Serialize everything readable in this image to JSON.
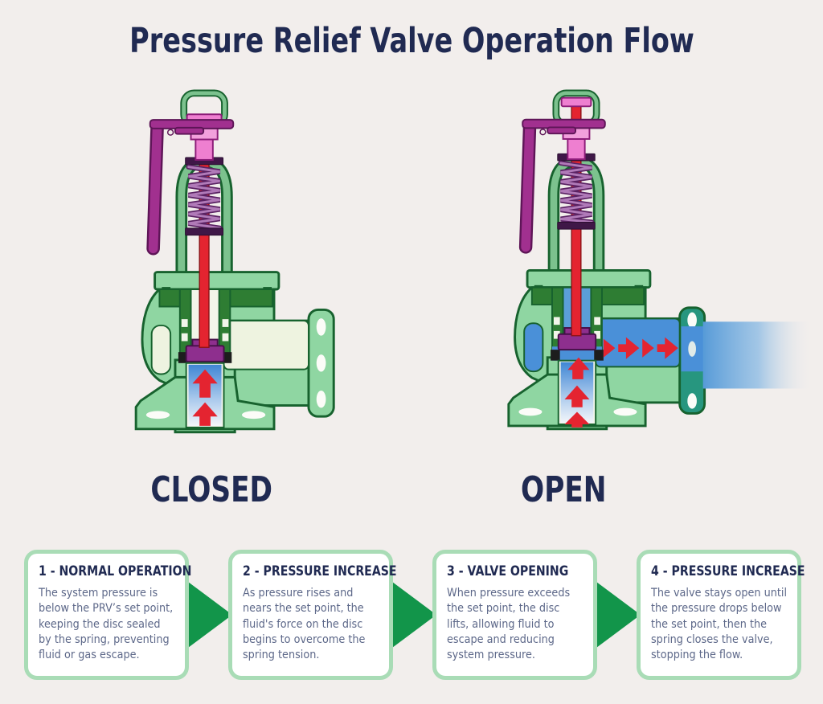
{
  "title": "Pressure Relief Valve Operation Flow",
  "states": {
    "closed": "CLOSED",
    "open": "OPEN"
  },
  "steps": [
    {
      "heading": "1 - NORMAL OPERATION",
      "body": "The system pressure is below the PRV’s set point, keeping the disc sealed by the spring, preventing fluid or gas escape."
    },
    {
      "heading": "2 - PRESSURE INCREASE",
      "body": "As pressure rises and nears the set point, the fluid's force on the disc begins to overcome the spring tension."
    },
    {
      "heading": "3 - VALVE OPENING",
      "body": "When pressure exceeds the set point, the disc lifts, allowing fluid to escape and reducing system pressure."
    },
    {
      "heading": "4 - PRESSURE INCREASE",
      "body": "The valve stays open until the pressure drops below the set point, then the spring closes the valve, stopping the flow."
    }
  ],
  "icons": {
    "flow_arrow": "right-triangle-arrow-icon",
    "inlet_flow": "red-up-arrow-icon",
    "outlet_flow": "red-right-arrow-icon"
  },
  "colors": {
    "background": "#f2eeec",
    "title": "#202a52",
    "body_text": "#5d6889",
    "card_border": "#a9dcb6",
    "flow_arrow": "#12954a",
    "valve_body": "#8fd6a2",
    "valve_outline": "#17622e",
    "valve_internal": "#2e7d33",
    "lever": "#a1308f",
    "spring_light": "#b07ab8",
    "stem": "#e42430",
    "disc": "#8e2f8e",
    "fluid": "#4a90d8",
    "pink": "#ee7fd0",
    "flange_teal": "#27967f"
  }
}
